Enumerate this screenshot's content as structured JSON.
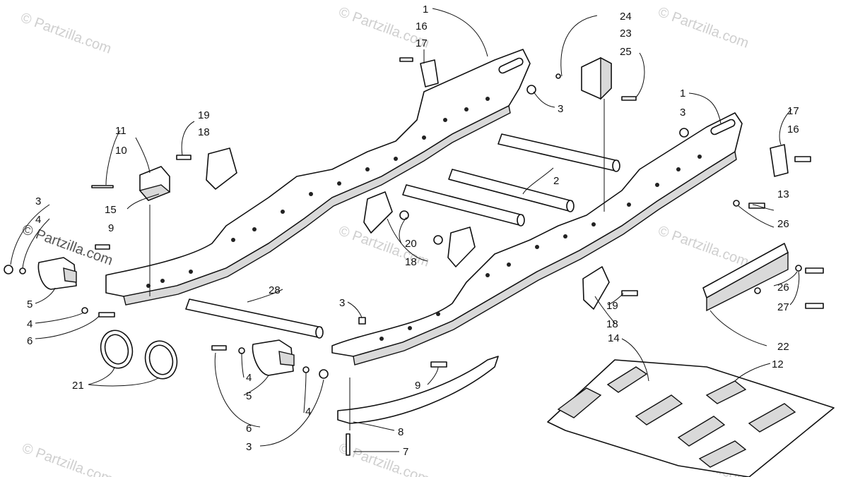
{
  "watermark": {
    "text": "© Partzilla.com"
  },
  "callouts": [
    {
      "id": "c1a",
      "text": "1"
    },
    {
      "id": "c16a",
      "text": "16"
    },
    {
      "id": "c17a",
      "text": "17"
    },
    {
      "id": "c24",
      "text": "24"
    },
    {
      "id": "c23",
      "text": "23"
    },
    {
      "id": "c25",
      "text": "25"
    },
    {
      "id": "c3a",
      "text": "3"
    },
    {
      "id": "c1b",
      "text": "1"
    },
    {
      "id": "c3b",
      "text": "3"
    },
    {
      "id": "c17b",
      "text": "17"
    },
    {
      "id": "c16b",
      "text": "16"
    },
    {
      "id": "c19a",
      "text": "19"
    },
    {
      "id": "c18a",
      "text": "18"
    },
    {
      "id": "c11",
      "text": "11"
    },
    {
      "id": "c10",
      "text": "10"
    },
    {
      "id": "c15",
      "text": "15"
    },
    {
      "id": "c2",
      "text": "2"
    },
    {
      "id": "c13",
      "text": "13"
    },
    {
      "id": "c26a",
      "text": "26"
    },
    {
      "id": "c3c",
      "text": "3"
    },
    {
      "id": "c4a",
      "text": "4"
    },
    {
      "id": "c9a",
      "text": "9"
    },
    {
      "id": "c20",
      "text": "20"
    },
    {
      "id": "c18b",
      "text": "18"
    },
    {
      "id": "c5a",
      "text": "5"
    },
    {
      "id": "c4b",
      "text": "4"
    },
    {
      "id": "c6a",
      "text": "6"
    },
    {
      "id": "c28",
      "text": "28"
    },
    {
      "id": "c3d",
      "text": "3"
    },
    {
      "id": "c26b",
      "text": "26"
    },
    {
      "id": "c27",
      "text": "27"
    },
    {
      "id": "c19b",
      "text": "19"
    },
    {
      "id": "c18c",
      "text": "18"
    },
    {
      "id": "c14",
      "text": "14"
    },
    {
      "id": "c22",
      "text": "22"
    },
    {
      "id": "c12",
      "text": "12"
    },
    {
      "id": "c21",
      "text": "21"
    },
    {
      "id": "c4c",
      "text": "4"
    },
    {
      "id": "c5b",
      "text": "5"
    },
    {
      "id": "c4d",
      "text": "4"
    },
    {
      "id": "c9b",
      "text": "9"
    },
    {
      "id": "c6b",
      "text": "6"
    },
    {
      "id": "c8",
      "text": "8"
    },
    {
      "id": "c3e",
      "text": "3"
    },
    {
      "id": "c7",
      "text": "7"
    }
  ]
}
